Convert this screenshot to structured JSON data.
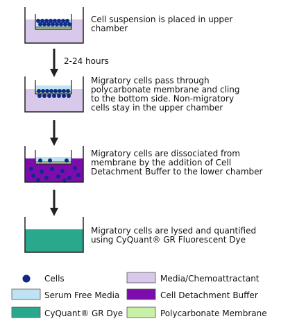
{
  "colors": {
    "media": "#d8c8ea",
    "serum_free": "#bfe3f3",
    "detachment": "#7c0cad",
    "cyquant": "#2aa88e",
    "membrane": "#c9f0a7",
    "cells": "#0f2a86",
    "outline": "#222222"
  },
  "steps": [
    {
      "lines": [
        "Cell suspension is placed in upper",
        "chamber"
      ]
    },
    {
      "lines": [
        "Migratory cells pass through",
        "polycarbonate membrane and cling",
        "to the bottom side. Non-migratory",
        "cells stay in the upper chamber"
      ]
    },
    {
      "lines": [
        "Migratory cells are dissociated from",
        "membrane by the addition of Cell",
        "Detachment Buffer to the lower chamber"
      ]
    },
    {
      "lines": [
        "Migratory cells are lysed and quantified",
        "using CyQuant® GR Fluorescent Dye"
      ]
    }
  ],
  "arrow_labels": [
    "2-24 hours"
  ],
  "legend": [
    {
      "label": "Cells",
      "swatch": "cells",
      "icon": "cell-dot-icon"
    },
    {
      "label": "Media/Chemoattractant",
      "swatch": "media"
    },
    {
      "label": "Serum Free Media",
      "swatch": "serum_free"
    },
    {
      "label": "Cell Detachment Buffer",
      "swatch": "detachment"
    },
    {
      "label": "CyQuant® GR Dye",
      "swatch": "cyquant"
    },
    {
      "label": "Polycarbonate Membrane",
      "swatch": "membrane"
    }
  ]
}
